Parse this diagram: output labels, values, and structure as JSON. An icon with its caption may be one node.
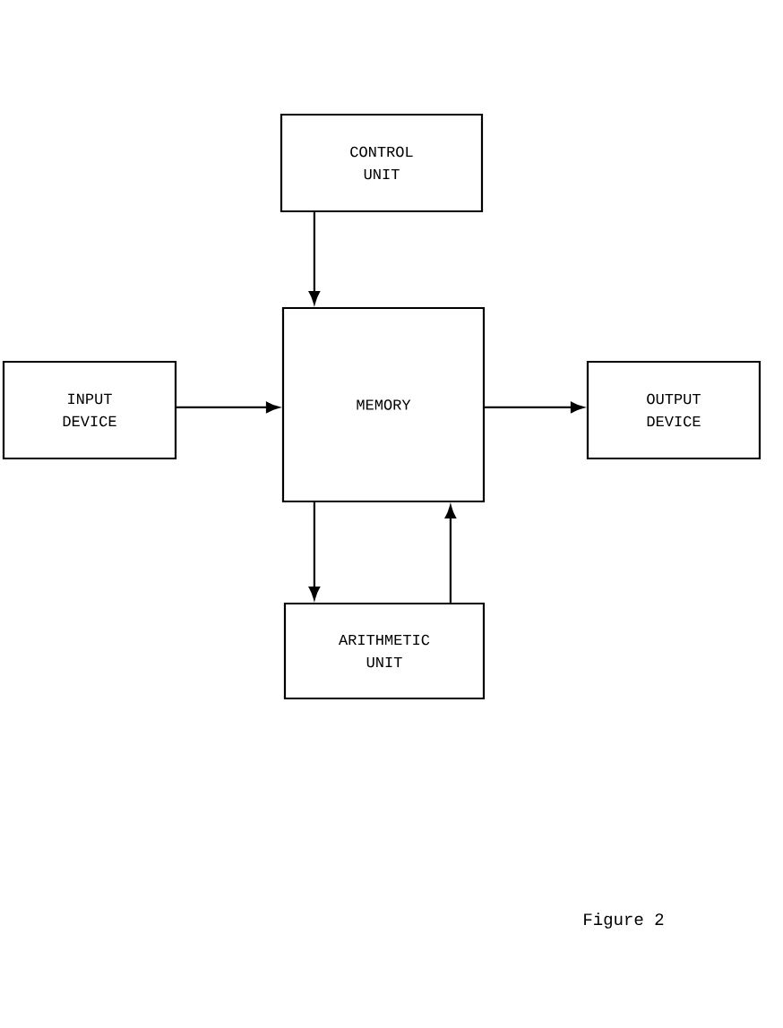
{
  "diagram": {
    "caption": "Figure 2",
    "nodes": [
      {
        "text": [
          "CONTROL UNIT"
        ]
      },
      {
        "text": [
          "INPUT DEVICE"
        ]
      },
      {
        "text": [
          "MEMORY"
        ]
      },
      {
        "text": [
          "OUTPUT DEVICE"
        ]
      },
      {
        "text": [
          "ARITHMETIC UNIT"
        ]
      }
    ],
    "edges": [
      {
        "from": 0,
        "to": 2,
        "arrow": "to"
      },
      {
        "from": 1,
        "to": 2,
        "arrow": "to"
      },
      {
        "from": 2,
        "to": 3,
        "arrow": "to"
      },
      {
        "from": 2,
        "to": 4,
        "arrow": "to"
      },
      {
        "from": 4,
        "to": 2,
        "arrow": "to"
      }
    ]
  }
}
